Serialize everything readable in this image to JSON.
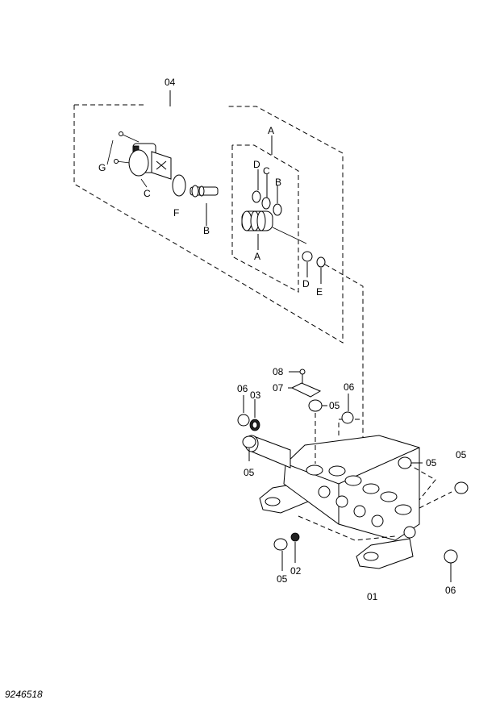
{
  "labels": {
    "assembly": "04",
    "A_top": "A",
    "D_top": "D",
    "C_top": "C",
    "B_top": "B",
    "G": "G",
    "C_left": "C",
    "F": "F",
    "B_bottom": "B",
    "A_bottom": "A",
    "D_bottom": "D",
    "E": "E",
    "p08": "08",
    "p07": "07",
    "p06_left": "06",
    "p03": "03",
    "p05_top": "05",
    "p06_mid": "06",
    "p05_left": "05",
    "p05_right": "05",
    "p05_far_right": "05",
    "p05_bottom": "05",
    "p02": "02",
    "p01": "01",
    "p06_bottom": "06"
  },
  "drawing_number": "9246518"
}
